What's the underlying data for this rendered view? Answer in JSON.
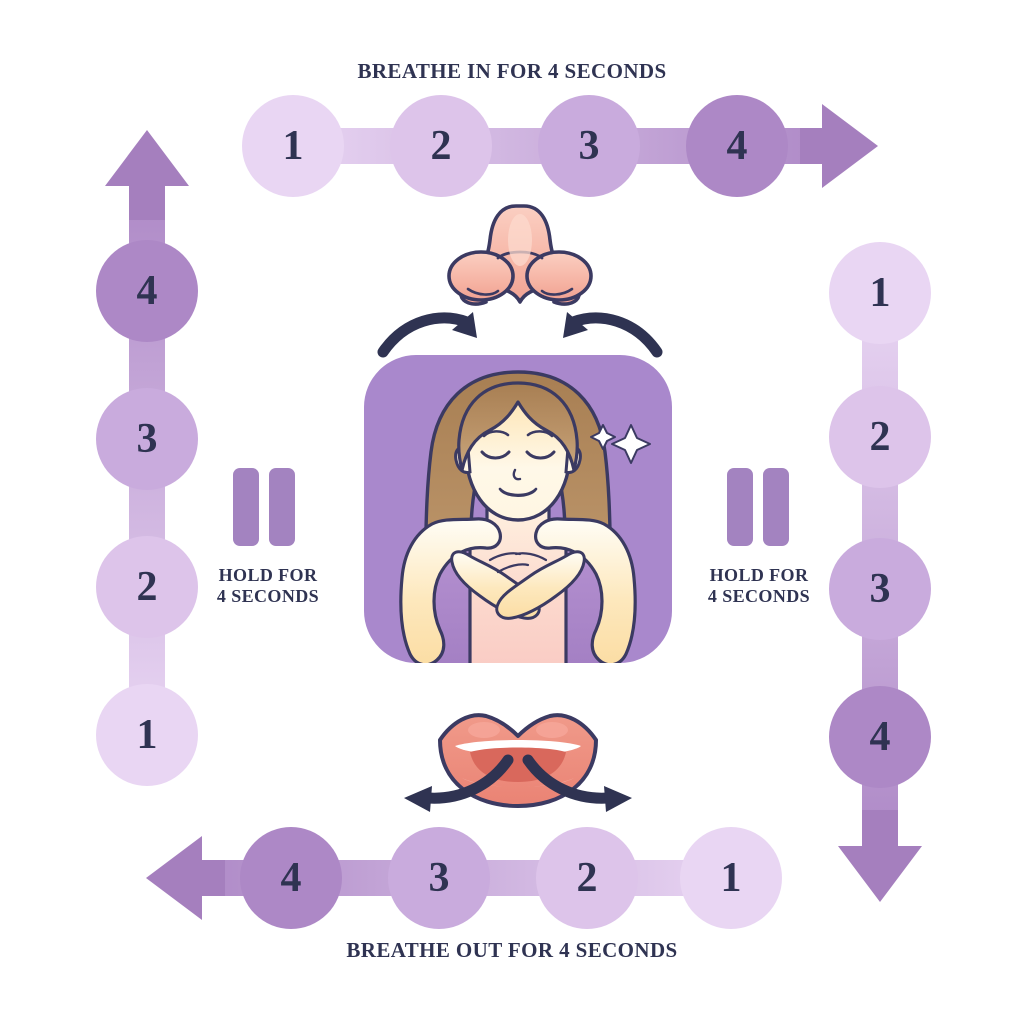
{
  "title": "Box breathing technique diagram",
  "colors": {
    "text_navy": "#2f3352",
    "shade_1": "#e9d6f3",
    "shade_2": "#ddc4ea",
    "shade_3": "#c9abdd",
    "shade_4": "#ad88c6",
    "arrow": "#a57fbe",
    "pause_bar": "#a383c0",
    "panel_purple": "#a988cc",
    "skin": "#fbe0ad",
    "hair": "#b28a5f",
    "lips": "#ef8d7e",
    "nose": "#f6b9ac",
    "background": "#ffffff"
  },
  "top": {
    "label": "BREATHE IN FOR 4 SECONDS",
    "direction": "right",
    "steps": [
      {
        "value": "1",
        "shade": "shade_1"
      },
      {
        "value": "2",
        "shade": "shade_2"
      },
      {
        "value": "3",
        "shade": "shade_3"
      },
      {
        "value": "4",
        "shade": "shade_4"
      }
    ]
  },
  "right": {
    "label": "HOLD FOR 4 SECONDS",
    "label_line1": "HOLD FOR",
    "label_line2": "4 SECONDS",
    "direction": "down",
    "steps": [
      {
        "value": "1",
        "shade": "shade_1"
      },
      {
        "value": "2",
        "shade": "shade_2"
      },
      {
        "value": "3",
        "shade": "shade_3"
      },
      {
        "value": "4",
        "shade": "shade_4"
      }
    ]
  },
  "bottom": {
    "label": "BREATHE OUT FOR 4 SECONDS",
    "direction": "left",
    "steps": [
      {
        "value": "4",
        "shade": "shade_4"
      },
      {
        "value": "3",
        "shade": "shade_3"
      },
      {
        "value": "2",
        "shade": "shade_2"
      },
      {
        "value": "1",
        "shade": "shade_1"
      }
    ]
  },
  "left": {
    "label": "HOLD FOR 4 SECONDS",
    "label_line1": "HOLD FOR",
    "label_line2": "4 SECONDS",
    "direction": "up",
    "steps": [
      {
        "value": "4",
        "shade": "shade_4"
      },
      {
        "value": "3",
        "shade": "shade_3"
      },
      {
        "value": "2",
        "shade": "shade_2"
      },
      {
        "value": "1",
        "shade": "shade_1"
      }
    ]
  },
  "center": {
    "illustration": "woman-meditating",
    "nose_icon": "nose-icon",
    "mouth_icon": "lips-icon",
    "sparkle_icon": "sparkle-icon",
    "inhale_arrows": "inhale-arrows",
    "exhale_arrows": "exhale-arrows"
  },
  "chart_data": {
    "type": "diagram",
    "title": "Box breathing technique",
    "phases": [
      {
        "name": "BREATHE IN FOR 4 SECONDS",
        "position": "top",
        "counts": [
          1,
          2,
          3,
          4
        ],
        "direction": "right",
        "duration_seconds": 4
      },
      {
        "name": "HOLD FOR 4 SECONDS",
        "position": "right",
        "counts": [
          1,
          2,
          3,
          4
        ],
        "direction": "down",
        "duration_seconds": 4
      },
      {
        "name": "BREATHE OUT FOR 4 SECONDS",
        "position": "bottom",
        "counts": [
          4,
          3,
          2,
          1
        ],
        "direction": "left",
        "duration_seconds": 4
      },
      {
        "name": "HOLD FOR 4 SECONDS",
        "position": "left",
        "counts": [
          4,
          3,
          2,
          1
        ],
        "direction": "up",
        "duration_seconds": 4
      }
    ]
  }
}
